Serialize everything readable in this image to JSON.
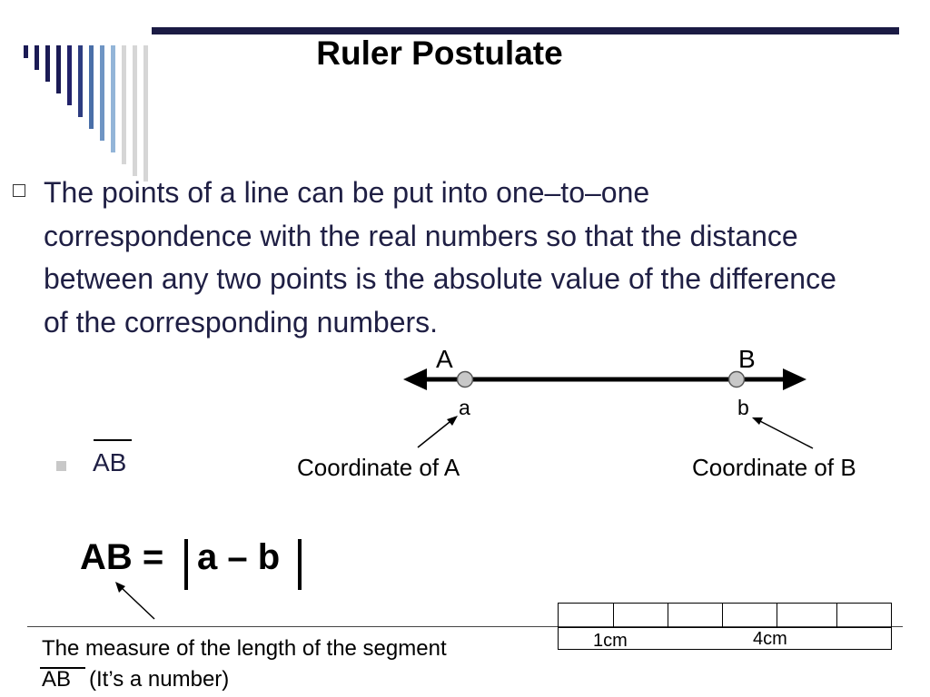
{
  "slide": {
    "title": "Ruler Postulate",
    "bullet": "The points of a line can be put into one–to–one correspondence with the real numbers so that the distance between any two points is the absolute value of the difference of the corresponding numbers."
  },
  "number_line": {
    "point_a_label": "A",
    "point_b_label": "B",
    "coord_a": "a",
    "coord_b": "b",
    "caption_a": "Coordinate of A",
    "caption_b": "Coordinate of B"
  },
  "sub_bullet": {
    "text": "AB"
  },
  "formula": {
    "lhs": "AB =",
    "rhs": "a – b"
  },
  "description": {
    "line1": "The measure of the length of the segment",
    "segment": "AB",
    "note": "(It’s a number)"
  },
  "ruler": {
    "label_1": "1cm",
    "label_2": "4cm"
  },
  "colors": {
    "text": "#1f1f44",
    "top_rule": "#1b1b44",
    "point_fill": "#c8c8c8"
  }
}
